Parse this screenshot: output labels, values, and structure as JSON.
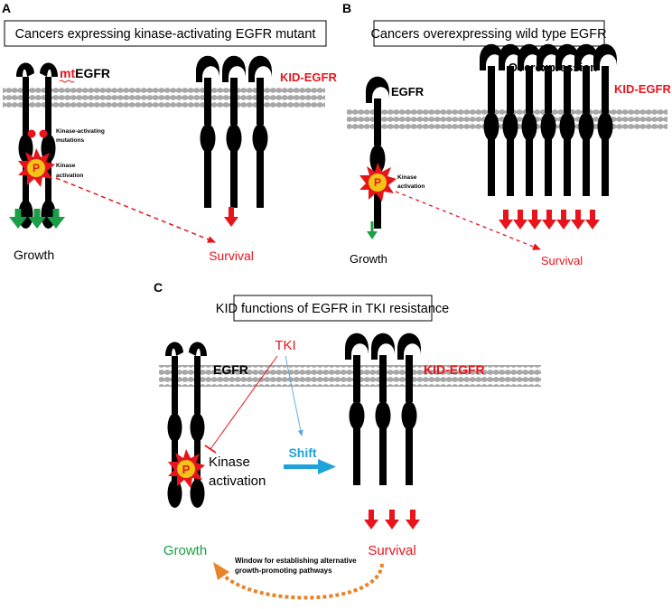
{
  "panel_a": {
    "letter": "A",
    "title": "Cancers expressing kinase-activating EGFR mutant",
    "mt_prefix": "mt",
    "mt_suffix": "EGFR",
    "kid_label": "KID-EGFR",
    "mutation_label_line1": "Kinase-activating",
    "mutation_label_line2": "mutations",
    "activation_line1": "Kinase",
    "activation_line2": "activation",
    "p_label": "P",
    "growth": "Growth",
    "survival": "Survival"
  },
  "panel_b": {
    "letter": "B",
    "title": "Cancers overexpressing wild type EGFR",
    "egfr_label": "EGFR",
    "overexpression": "Overexpression",
    "kid_label": "KID-EGFR",
    "activation_line1": "Kinase",
    "activation_line2": "activation",
    "p_label": "P",
    "growth": "Growth",
    "survival": "Survival"
  },
  "panel_c": {
    "letter": "C",
    "title": "KID functions of EGFR in TKI resistance",
    "tki": "TKI",
    "egfr_label": "EGFR",
    "kid_label": "KID-EGFR",
    "shift": "Shift",
    "activation_line1": "Kinase",
    "activation_line2": "activation",
    "p_label": "P",
    "growth": "Growth",
    "survival": "Survival",
    "window_line1": "Window for establishing alternative",
    "window_line2": "growth-promoting pathways"
  },
  "colors": {
    "red": "#e8141b",
    "green": "#1a9e48",
    "blue": "#1ea2dc",
    "orange": "#e8832a",
    "membrane": "#a8a8a8",
    "receptor": "#000000",
    "p_fill": "#f3c418"
  }
}
